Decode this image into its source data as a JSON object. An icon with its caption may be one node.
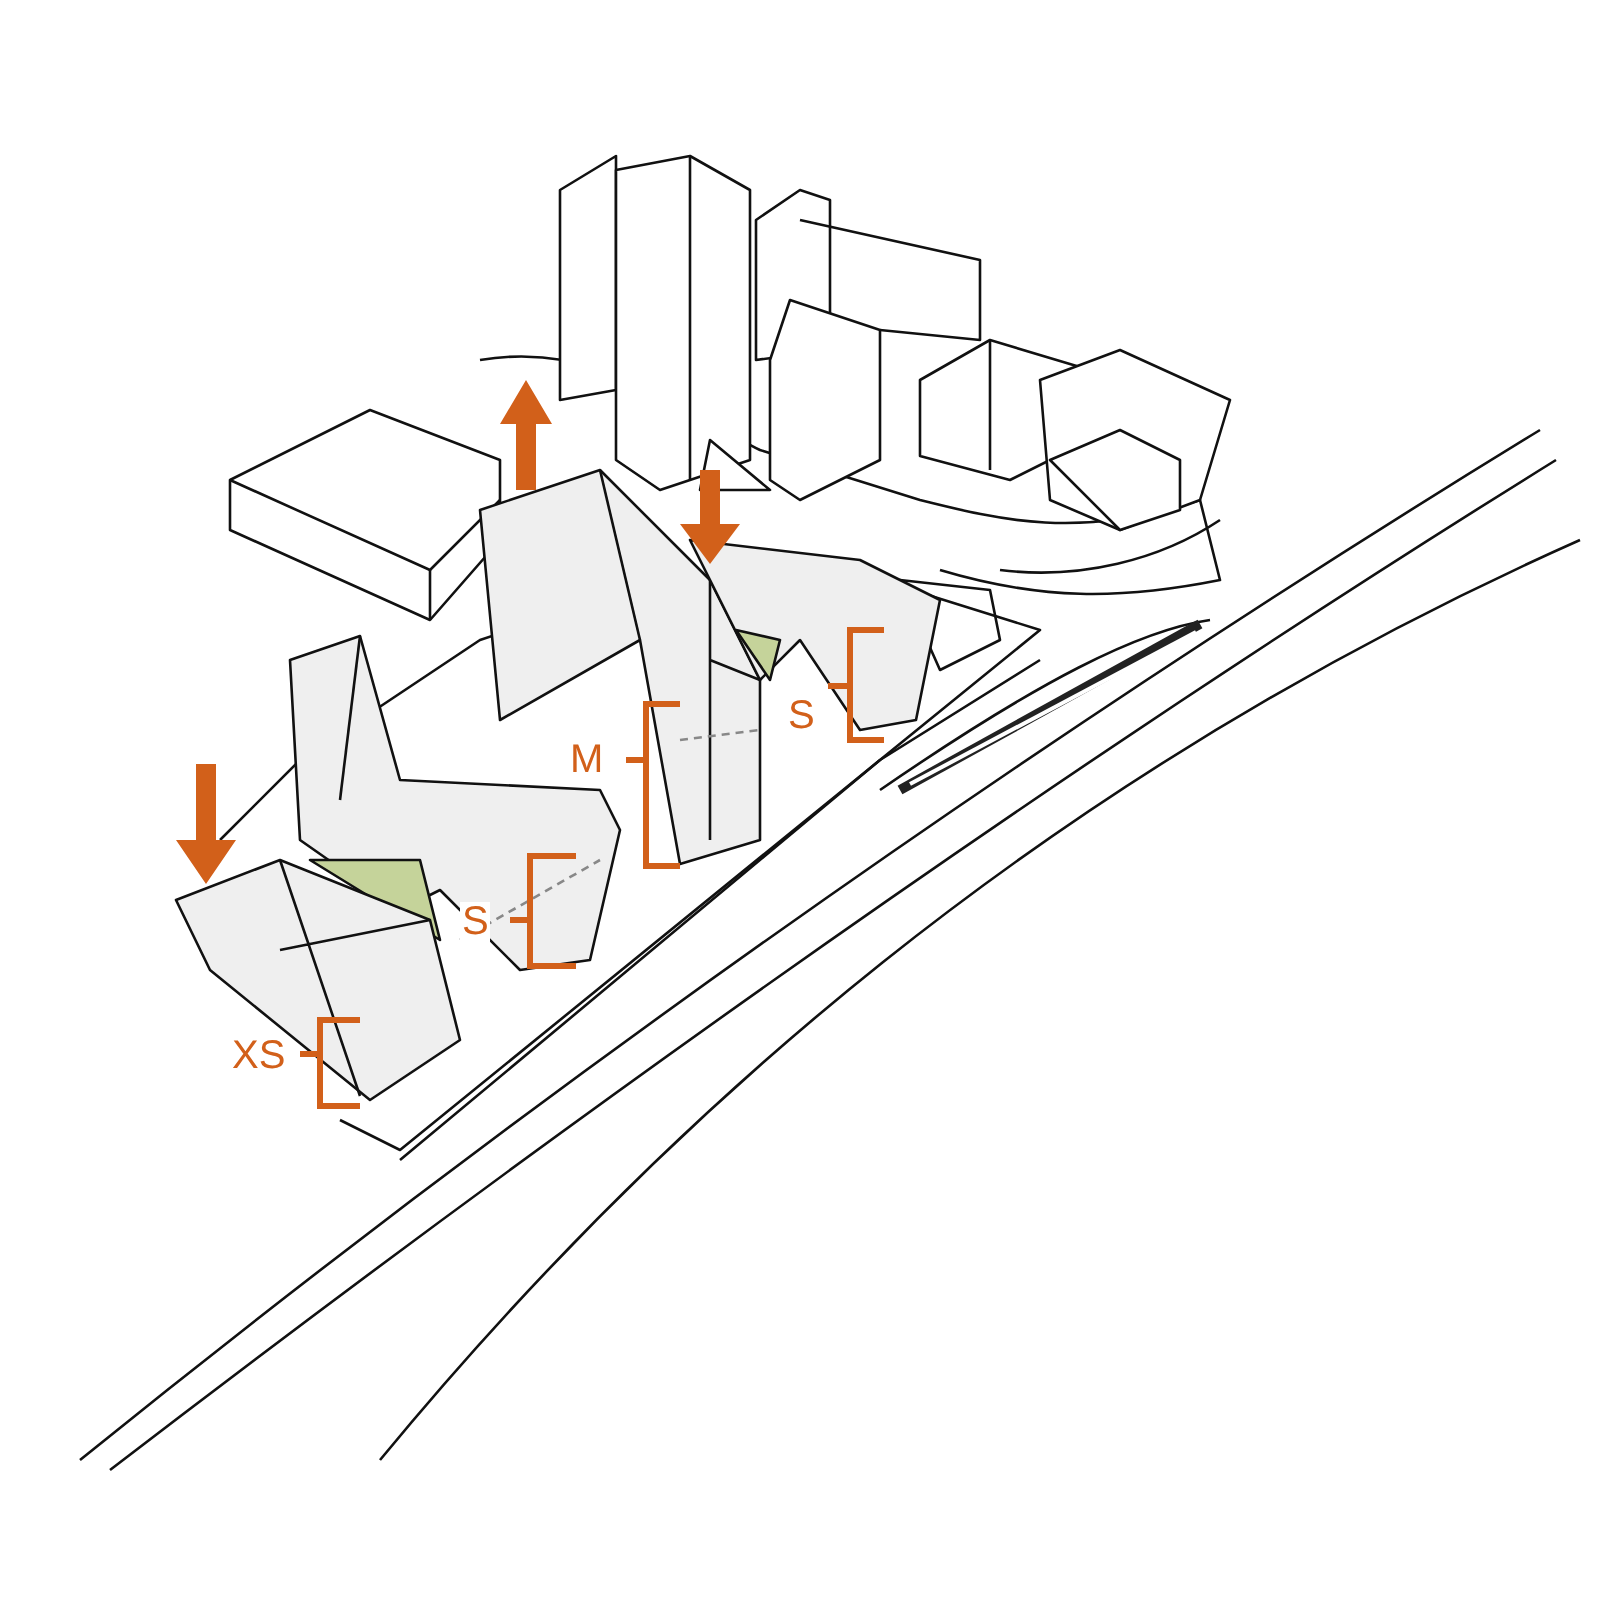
{
  "diagram": {
    "labels": [
      "S",
      "M",
      "S",
      "XS"
    ]
  }
}
